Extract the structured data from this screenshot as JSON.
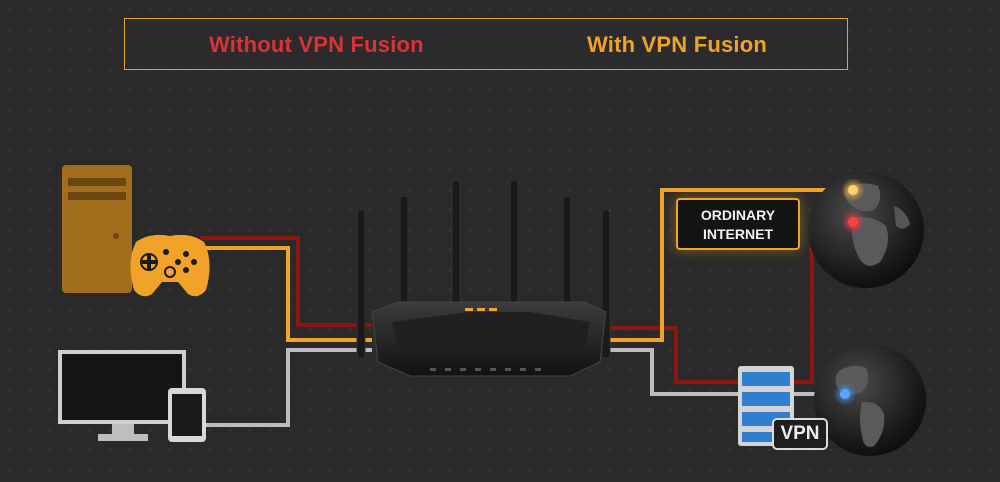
{
  "legend": {
    "without_label": "Without VPN Fusion",
    "with_label": "With VPN Fusion"
  },
  "internet_tag": {
    "line1": "ORDINARY",
    "line2": "INTERNET"
  },
  "vpn_badge": "VPN",
  "colors": {
    "background": "#2a2a2a",
    "without_vpn": "#d9333a",
    "with_vpn": "#f0a328",
    "vpn_line": "#bdbdbd",
    "red_path": "#8e1612"
  },
  "icons": [
    "desktop-tower-icon",
    "gamepad-icon",
    "monitor-icon",
    "tablet-icon",
    "router-icon",
    "server-icon",
    "globe-icon"
  ]
}
